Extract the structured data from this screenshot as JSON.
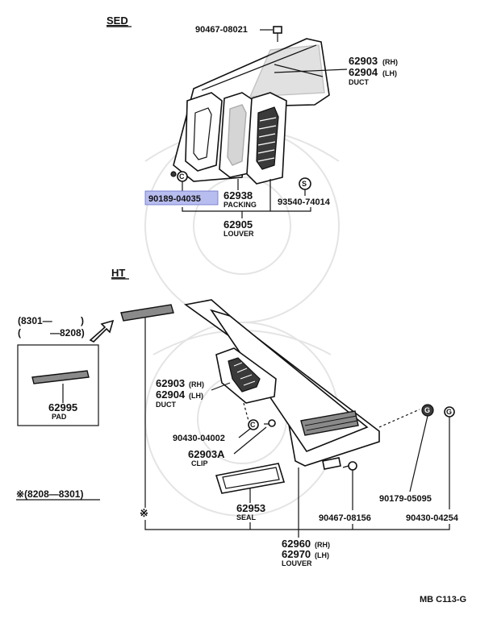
{
  "sections": {
    "sed": "SED",
    "ht": "HT"
  },
  "highlight_color": "#b8bdf0",
  "parts": {
    "p90467_08021": "90467-08021",
    "p62903_sed": "62903",
    "p62903_sed_suffix": "(RH)",
    "p62904_sed": "62904",
    "p62904_sed_suffix": "(LH)",
    "duct_sed": "DUCT",
    "p90189_04035": "90189-04035",
    "p62938": "62938",
    "packing": "PACKING",
    "p93540_74014": "93540-74014",
    "p62905": "62905",
    "louver_sed": "LOUVER",
    "date_from": "(8301—",
    "date_from_close": ")",
    "date_to_open": "(",
    "date_to": "—8208)",
    "p62995": "62995",
    "pad": "PAD",
    "p62903_ht": "62903",
    "p62903_ht_suffix": "(RH)",
    "p62904_ht": "62904",
    "p62904_ht_suffix": "(LH)",
    "duct_ht": "DUCT",
    "p90430_04002": "90430-04002",
    "p62903A": "62903A",
    "clip": "CLIP",
    "note_range": "※(8208—8301)",
    "p62953": "62953",
    "seal": "SEAL",
    "p90179_05095": "90179-05095",
    "p90467_08156": "90467-08156",
    "p90430_04254": "90430-04254",
    "p62960": "62960",
    "p62960_suffix": "(RH)",
    "p62970": "62970",
    "p62970_suffix": "(LH)",
    "louver_ht": "LOUVER",
    "figure_code": "MB  C113-G",
    "marker_c": "C",
    "marker_s": "S",
    "marker_g": "G",
    "marker_star": "※"
  }
}
